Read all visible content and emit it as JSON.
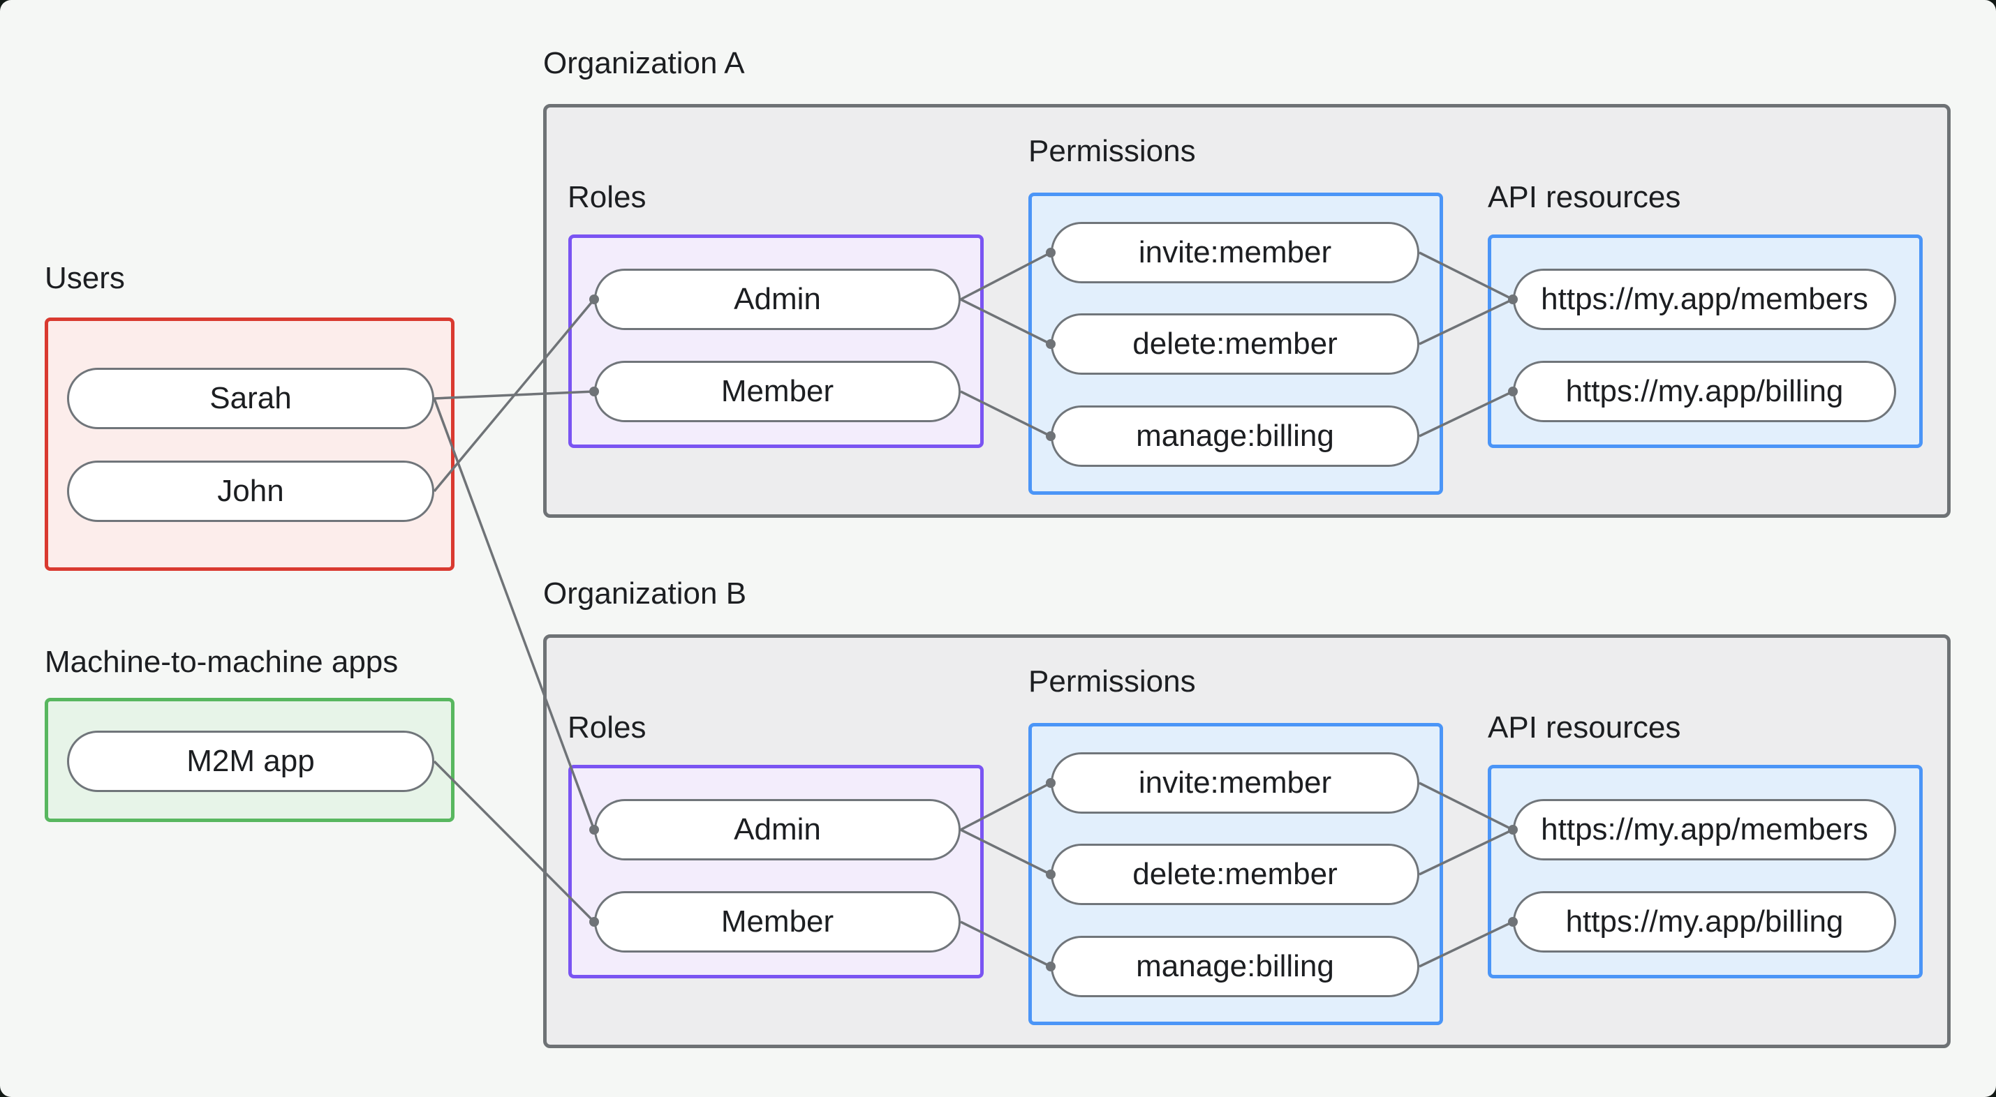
{
  "theme": {
    "page-bg": "#f5f7f5",
    "outside-bg": "#131a16",
    "box-gray-border": "#6e7275",
    "box-gray-fill": "#ededee",
    "red-border": "#d93a30",
    "red-fill": "#fcedeb",
    "green-border": "#58b75f",
    "green-fill": "#e7f4e8",
    "purple-border": "#7a54f2",
    "purple-fill": "#f3edfc",
    "blue-border": "#4b95f7",
    "blue-fill": "#e2effc",
    "pill-border": "#70757a",
    "pill-fill": "#ffffff",
    "line-color": "#6f7377",
    "text-color": "#1c1e21"
  },
  "users": {
    "label": "Users",
    "items": [
      "Sarah",
      "John"
    ]
  },
  "m2m": {
    "label": "Machine-to-machine apps",
    "items": [
      "M2M app"
    ]
  },
  "org_a": {
    "title": "Organization A",
    "roles_label": "Roles",
    "permissions_label": "Permissions",
    "api_label": "API resources",
    "roles": [
      "Admin",
      "Member"
    ],
    "permissions": [
      "invite:member",
      "delete:member",
      "manage:billing"
    ],
    "api_resources": [
      "https://my.app/members",
      "https://my.app/billing"
    ]
  },
  "org_b": {
    "title": "Organization B",
    "roles_label": "Roles",
    "permissions_label": "Permissions",
    "api_label": "API resources",
    "roles": [
      "Admin",
      "Member"
    ],
    "permissions": [
      "invite:member",
      "delete:member",
      "manage:billing"
    ],
    "api_resources": [
      "https://my.app/members",
      "https://my.app/billing"
    ]
  }
}
